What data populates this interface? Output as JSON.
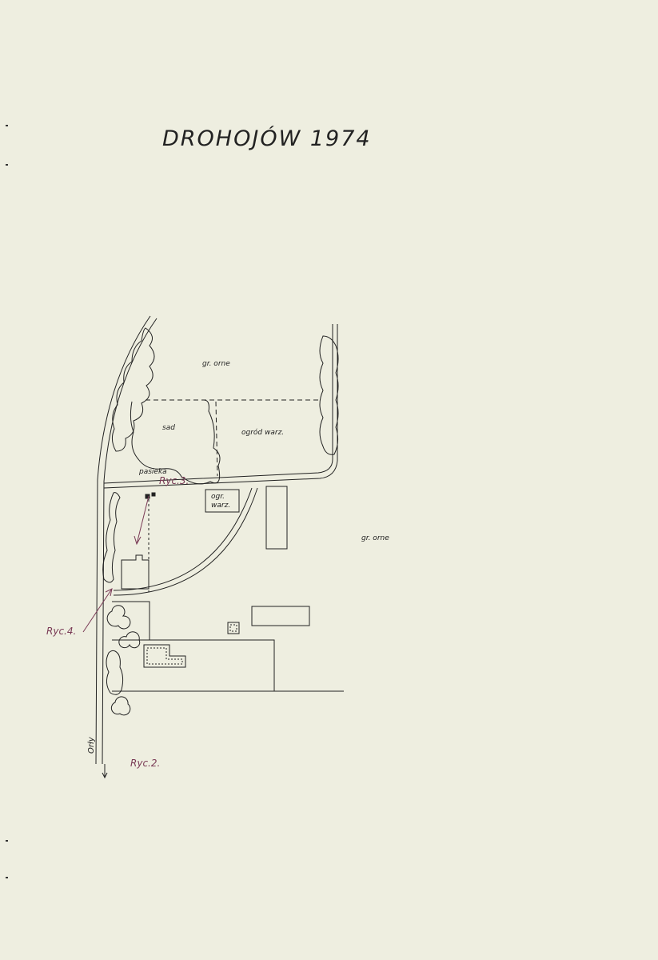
{
  "title": "DROHOJÓW 1974",
  "labels": {
    "field_top": "gr. orne",
    "field_right": "gr. orne",
    "orchard": "sad",
    "vegetable_garden": "ogród warz.",
    "vegetable_garden_small_1": "ogr.",
    "vegetable_garden_small_2": "warz.",
    "apiary": "pasieka",
    "road": "Orły"
  },
  "annotations": {
    "fig3": "Ryc.3.",
    "fig4": "Ryc.4.",
    "fig2": "Ryc.2."
  },
  "colors": {
    "paper": "#eeeee0",
    "ink": "#222222",
    "annotation": "#7a3b56"
  }
}
